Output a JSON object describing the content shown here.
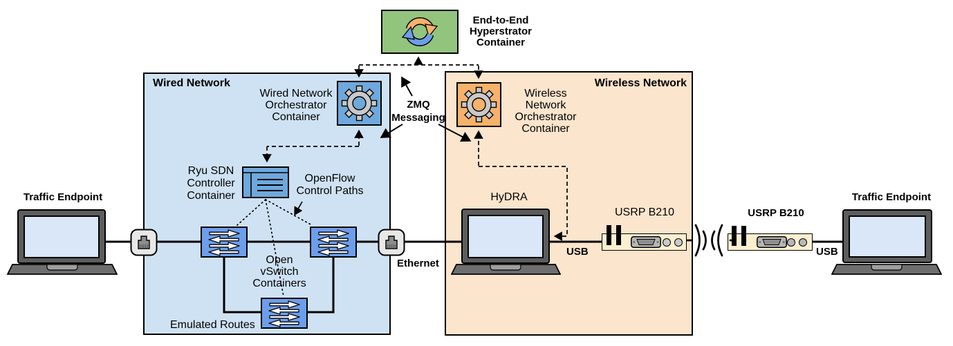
{
  "colors": {
    "wired_region_bg": "#cfe2f3",
    "wireless_region_bg": "#fce5cd",
    "hyperstrator_bg": "#93c47d",
    "wired_orchestrator_fill": "#6fa8dc",
    "wireless_orchestrator_fill": "#f6b26b",
    "switch_fill": "#6d9eeb",
    "controller_fill": "#6fa8dc",
    "laptop_screen": "#d9e7f8",
    "usrp_board": "#fcefd0",
    "line": "#000000"
  },
  "regions": {
    "wired": {
      "title": "Wired Network"
    },
    "wireless": {
      "title": "Wireless Network"
    }
  },
  "nodes": {
    "hyperstrator": {
      "label": "End-to-End\nHyperstrator\nContainer"
    },
    "wired_orchestrator": {
      "label": "Wired Network\nOrchestrator\nContainer"
    },
    "wireless_orchestrator": {
      "label": "Wireless Network\nOrchestrator\nContainer"
    },
    "ryu_controller": {
      "label": "Ryu SDN\nController\nContainer"
    },
    "hydra": {
      "label": "HyDRA"
    },
    "usrp_left": {
      "label": "USRP B210"
    },
    "usrp_right": {
      "label": "USRP B210"
    },
    "endpoint_left": {
      "label": "Traffic Endpoint"
    },
    "endpoint_right": {
      "label": "Traffic Endpoint"
    }
  },
  "annotations": {
    "zmq_messaging": "ZMQ\nMessaging",
    "openflow_control_paths": "OpenFlow\nControl Paths",
    "open_vswitch_containers": "Open\nvSwitch\nContainers",
    "emulated_routes": "Emulated Routes",
    "ethernet": "Ethernet",
    "usb_left": "USB",
    "usb_right": "USB"
  }
}
